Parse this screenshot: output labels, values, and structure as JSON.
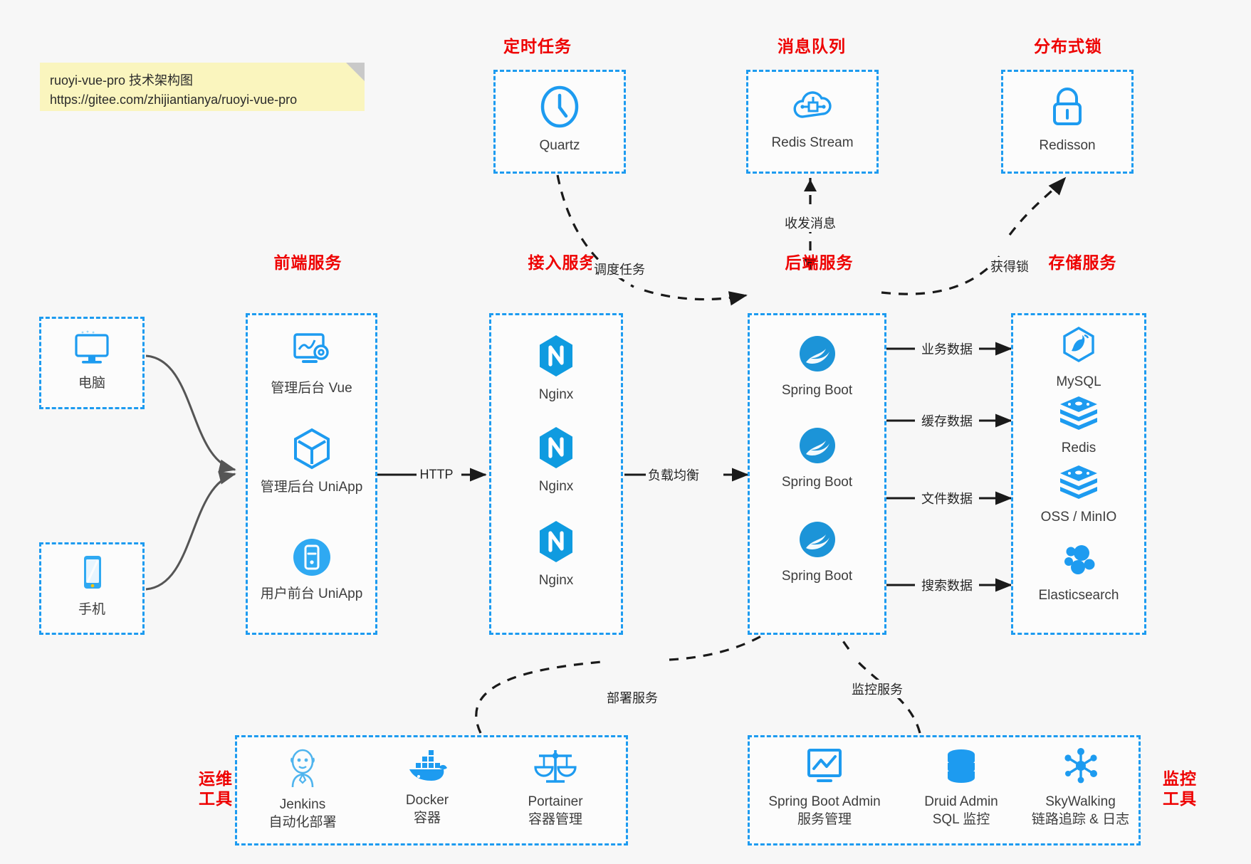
{
  "note": {
    "line1": "ruoyi-vue-pro 技术架构图",
    "line2": "https://gitee.com/zhijiantianya/ruoyi-vue-pro"
  },
  "colors": {
    "accent_blue": "#1D9BF0",
    "title_red": "#EE0000",
    "arrow_black": "#1a1a1a",
    "arrow_gray": "#555555",
    "background": "#f7f7f7",
    "note_yellow": "#FAF5BE"
  },
  "groups": {
    "scheduled_task": {
      "title": "定时任务"
    },
    "message_queue": {
      "title": "消息队列"
    },
    "distributed_lock": {
      "title": "分布式锁"
    },
    "frontend": {
      "title": "前端服务"
    },
    "gateway": {
      "title": "接入服务"
    },
    "backend": {
      "title": "后端服务"
    },
    "storage": {
      "title": "存储服务"
    },
    "devops": {
      "title_line1": "运维",
      "title_line2": "工具"
    },
    "monitor": {
      "title_line1": "监控",
      "title_line2": "工具"
    }
  },
  "nodes": {
    "quartz": {
      "label": "Quartz",
      "icon": "clock-icon"
    },
    "redis_stream": {
      "label": "Redis Stream",
      "icon": "cloud-node-icon"
    },
    "redisson": {
      "label": "Redisson",
      "icon": "lock-icon"
    },
    "pc": {
      "label": "电脑",
      "icon": "desktop-icon"
    },
    "phone": {
      "label": "手机",
      "icon": "smartphone-icon"
    },
    "admin_vue": {
      "label": "管理后台 Vue",
      "icon": "dashboard-gear-icon"
    },
    "admin_uniapp": {
      "label": "管理后台 UniApp",
      "icon": "cube-icon"
    },
    "user_uniapp": {
      "label": "用户前台 UniApp",
      "icon": "mobile-circle-icon"
    },
    "nginx_1": {
      "label": "Nginx",
      "icon": "nginx-icon"
    },
    "nginx_2": {
      "label": "Nginx",
      "icon": "nginx-icon"
    },
    "nginx_3": {
      "label": "Nginx",
      "icon": "nginx-icon"
    },
    "springboot_1": {
      "label": "Spring Boot",
      "icon": "spring-leaf-icon"
    },
    "springboot_2": {
      "label": "Spring Boot",
      "icon": "spring-leaf-icon"
    },
    "springboot_3": {
      "label": "Spring Boot",
      "icon": "spring-leaf-icon"
    },
    "mysql": {
      "label": "MySQL",
      "icon": "mysql-dolphin-icon"
    },
    "redis": {
      "label": "Redis",
      "icon": "redis-stack-icon"
    },
    "oss_minio": {
      "label": "OSS / MinIO",
      "icon": "redis-stack-icon"
    },
    "elasticsearch": {
      "label": "Elasticsearch",
      "icon": "elasticsearch-cluster-icon"
    },
    "jenkins": {
      "label": "Jenkins",
      "sublabel": "自动化部署",
      "icon": "jenkins-butler-icon"
    },
    "docker": {
      "label": "Docker",
      "sublabel": "容器",
      "icon": "docker-whale-icon"
    },
    "portainer": {
      "label": "Portainer",
      "sublabel": "容器管理",
      "icon": "scales-icon"
    },
    "spring_boot_admin": {
      "label": "Spring Boot Admin",
      "sublabel": "服务管理",
      "icon": "monitor-chart-icon"
    },
    "druid_admin": {
      "label": "Druid Admin",
      "sublabel": "SQL 监控",
      "icon": "database-icon"
    },
    "skywalking": {
      "label": "SkyWalking",
      "sublabel": "链路追踪 & 日志",
      "icon": "network-nodes-icon"
    }
  },
  "edges": [
    {
      "id": "http",
      "label": "HTTP",
      "style": "solid"
    },
    {
      "id": "load-balance",
      "label": "负载均衡",
      "style": "solid"
    },
    {
      "id": "business-data",
      "label": "业务数据",
      "style": "solid"
    },
    {
      "id": "cache-data",
      "label": "缓存数据",
      "style": "solid"
    },
    {
      "id": "file-data",
      "label": "文件数据",
      "style": "solid"
    },
    {
      "id": "search-data",
      "label": "搜索数据",
      "style": "solid"
    },
    {
      "id": "schedule-task",
      "label": "调度任务",
      "style": "dashed"
    },
    {
      "id": "send-receive-message",
      "label": "收发消息",
      "style": "dashed"
    },
    {
      "id": "acquire-lock",
      "label": "获得锁",
      "style": "dashed"
    },
    {
      "id": "deploy-service",
      "label": "部署服务",
      "style": "dashed"
    },
    {
      "id": "monitor-service",
      "label": "监控服务",
      "style": "dashed"
    }
  ]
}
